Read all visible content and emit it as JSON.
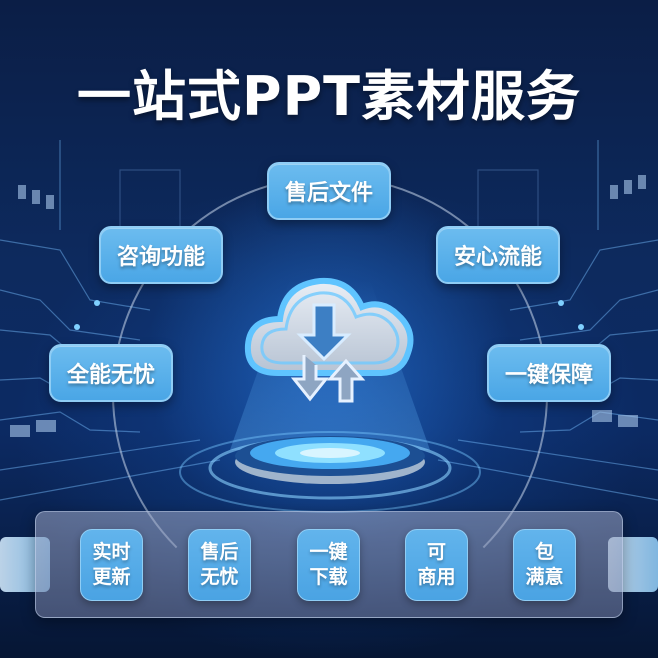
{
  "header": {
    "title": "一站式PPT素材服务"
  },
  "features": {
    "top": "售后文件",
    "upper_left": "咨询功能",
    "upper_right": "安心流能",
    "lower_left": "全能无忧",
    "lower_right": "一键保障"
  },
  "center": {
    "icon": "cloud-upload-download-icon"
  },
  "bottom_tiles": [
    {
      "line1": "实时",
      "line2": "更新"
    },
    {
      "line1": "售后",
      "line2": "无忧"
    },
    {
      "line1": "一键",
      "line2": "下载"
    },
    {
      "line1": "可",
      "line2": "商用"
    },
    {
      "line1": "包",
      "line2": "满意"
    }
  ],
  "colors": {
    "background": "#0c2a5e",
    "pill": "#55aee8",
    "pill_border": "#8fcdf5",
    "panel": "#8a93b2",
    "text": "#ffffff"
  }
}
